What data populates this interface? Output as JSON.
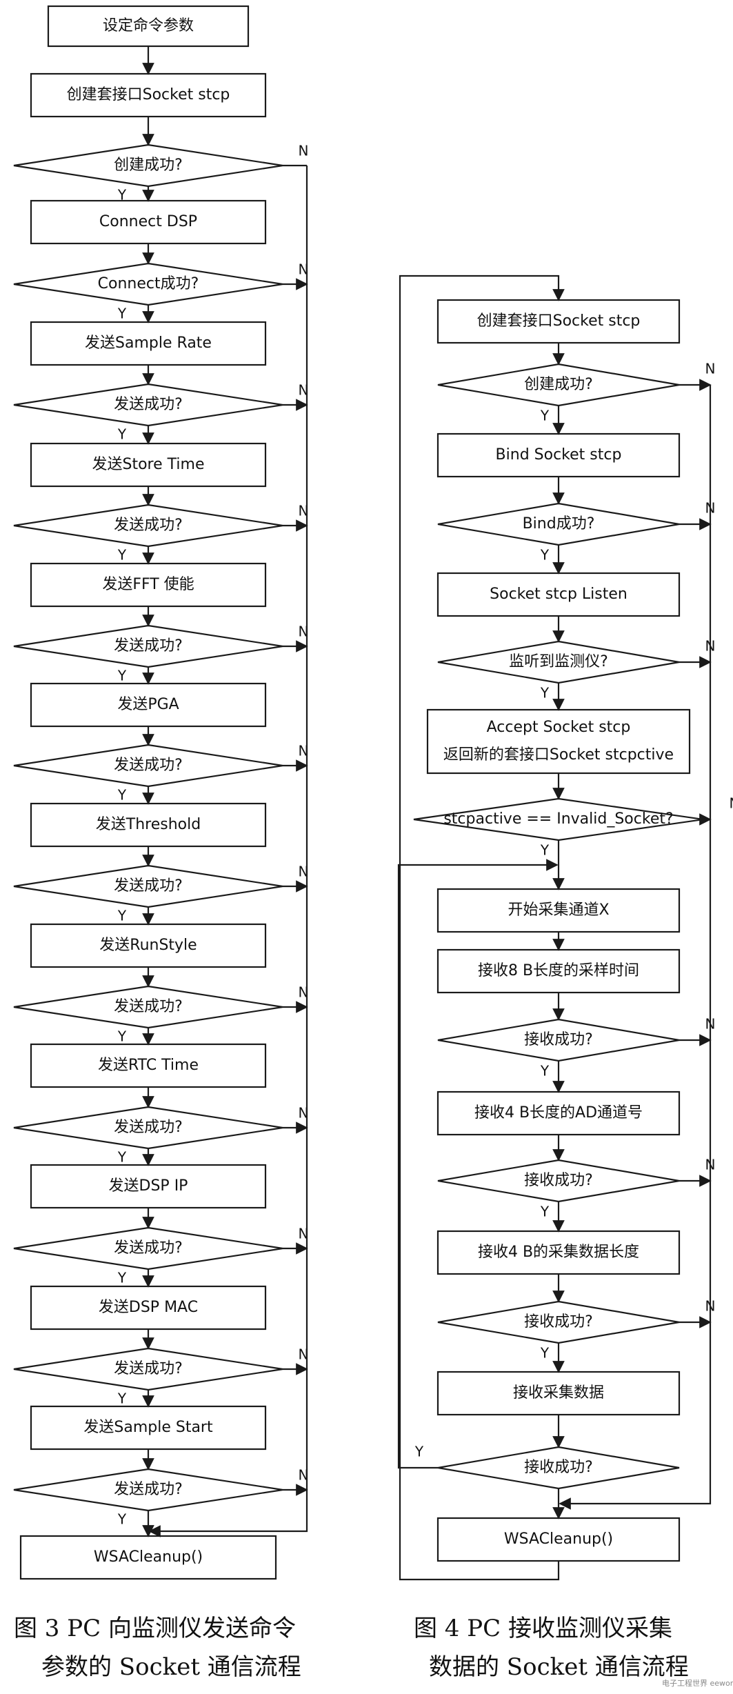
{
  "figure3": {
    "nodes": [
      {
        "type": "process",
        "label": "设定命令参数"
      },
      {
        "type": "process",
        "label": "创建套接口Socket stcp"
      },
      {
        "type": "decision",
        "label": "创建成功?"
      },
      {
        "type": "process",
        "label": "Connect DSP"
      },
      {
        "type": "decision",
        "label": "Connect成功?"
      },
      {
        "type": "process",
        "label": "发送Sample Rate"
      },
      {
        "type": "decision",
        "label": "发送成功?"
      },
      {
        "type": "process",
        "label": "发送Store Time"
      },
      {
        "type": "decision",
        "label": "发送成功?"
      },
      {
        "type": "process",
        "label": "发送FFT 使能"
      },
      {
        "type": "decision",
        "label": "发送成功?"
      },
      {
        "type": "process",
        "label": "发送PGA"
      },
      {
        "type": "decision",
        "label": "发送成功?"
      },
      {
        "type": "process",
        "label": "发送Threshold"
      },
      {
        "type": "decision",
        "label": "发送成功?"
      },
      {
        "type": "process",
        "label": "发送RunStyle"
      },
      {
        "type": "decision",
        "label": "发送成功?"
      },
      {
        "type": "process",
        "label": "发送RTC Time"
      },
      {
        "type": "decision",
        "label": "发送成功?"
      },
      {
        "type": "process",
        "label": "发送DSP IP"
      },
      {
        "type": "decision",
        "label": "发送成功?"
      },
      {
        "type": "process",
        "label": "发送DSP MAC"
      },
      {
        "type": "decision",
        "label": "发送成功?"
      },
      {
        "type": "process",
        "label": "发送Sample Start"
      },
      {
        "type": "decision",
        "label": "发送成功?"
      },
      {
        "type": "process",
        "label": "WSACleanup()"
      }
    ],
    "caption_line1": "图 3   PC 向监测仪发送命令",
    "caption_line2": "参数的 Socket 通信流程"
  },
  "figure4": {
    "nodes": [
      {
        "type": "process",
        "label": "创建套接口Socket stcp"
      },
      {
        "type": "decision",
        "label": "创建成功?"
      },
      {
        "type": "process",
        "label": "Bind Socket stcp"
      },
      {
        "type": "decision",
        "label": "Bind成功?"
      },
      {
        "type": "process",
        "label": "Socket stcp Listen"
      },
      {
        "type": "decision",
        "label": "监听到监测仪?"
      },
      {
        "type": "process",
        "label": "Accept Socket stcp",
        "label2": "返回新的套接口Socket stcpctive"
      },
      {
        "type": "decision",
        "label": "stcpactive == Invalid_Socket?"
      },
      {
        "type": "process",
        "label": "开始采集通道X"
      },
      {
        "type": "process",
        "label": "接收8 B长度的采样时间"
      },
      {
        "type": "decision",
        "label": "接收成功?"
      },
      {
        "type": "process",
        "label": "接收4 B长度的AD通道号"
      },
      {
        "type": "decision",
        "label": "接收成功?"
      },
      {
        "type": "process",
        "label": "接收4 B的采集数据长度"
      },
      {
        "type": "decision",
        "label": "接收成功?"
      },
      {
        "type": "process",
        "label": "接收采集数据"
      },
      {
        "type": "decision",
        "label": "接收成功?"
      },
      {
        "type": "process",
        "label": "WSACleanup()"
      }
    ],
    "caption_line1": "图 4   PC 接收监测仪采集",
    "caption_line2": "数据的 Socket 通信流程"
  },
  "branch_labels": {
    "yes": "Y",
    "no": "N"
  },
  "watermark": "电子工程世界 eeworld.com.cn"
}
